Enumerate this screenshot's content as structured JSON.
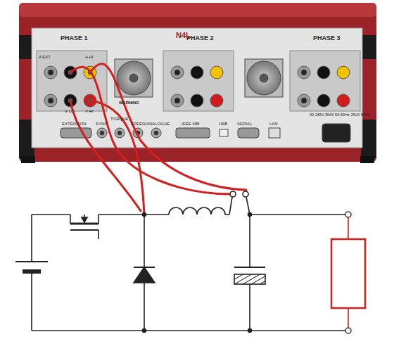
{
  "diagram": {
    "labels": [
      "PHASE 1",
      "PHASE 2",
      "PHASE 3",
      "N4L",
      "A EXT",
      "A HI",
      "V LO",
      "V HI",
      "EXTENSION",
      "SYNC",
      "TORQUE",
      "SPEED/ANALOGUE",
      "WARNING",
      "IEEE 488",
      "USB",
      "SERIAL",
      "LAN",
      "90-265V RMS 50-60Hz 25VA MAX"
    ]
  }
}
